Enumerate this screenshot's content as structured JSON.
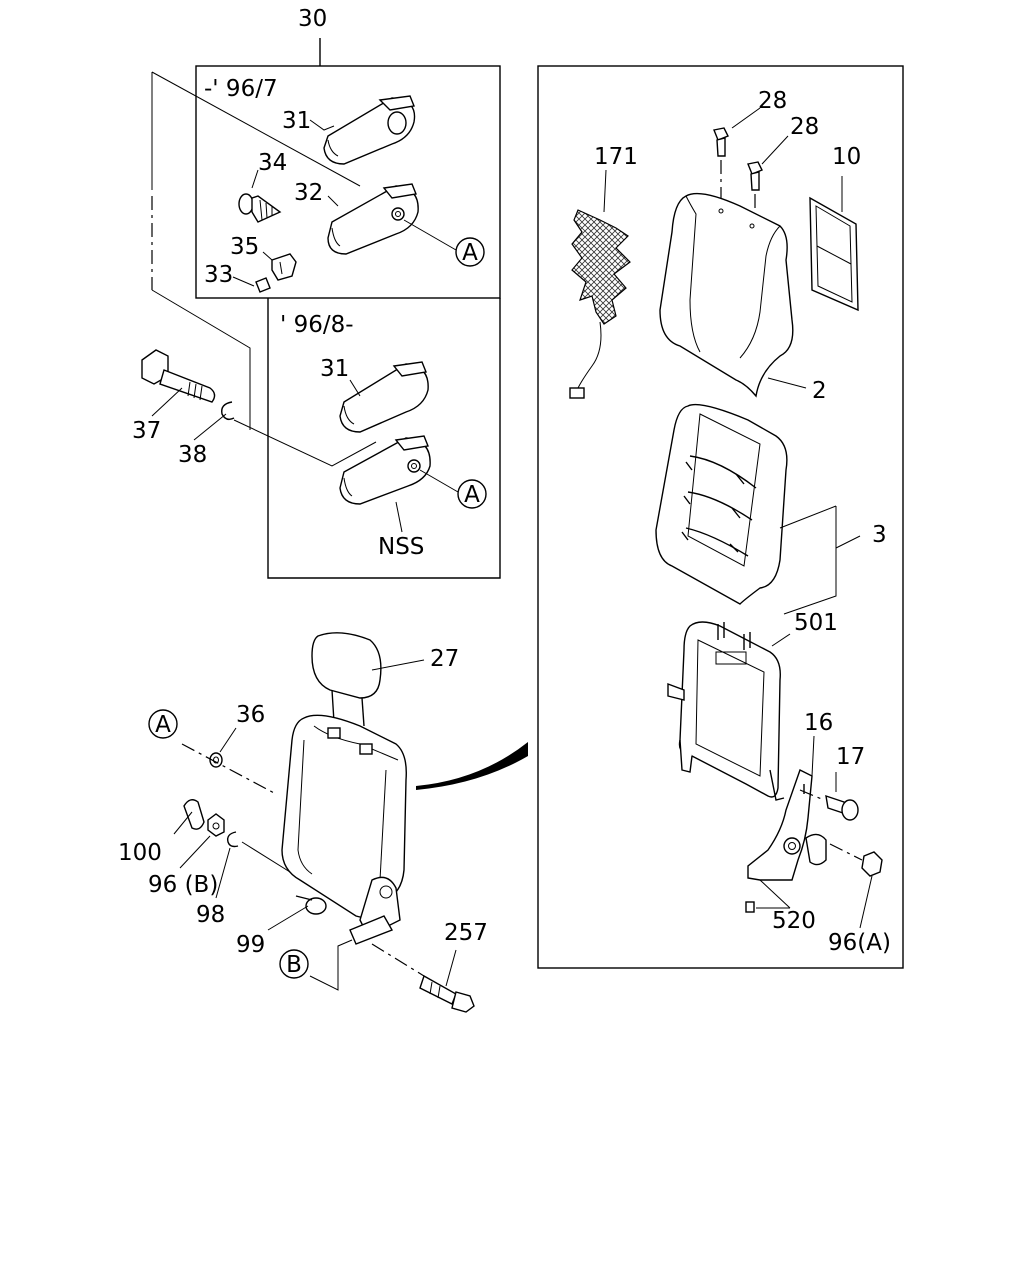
{
  "labels": {
    "p30": "30",
    "range_early": "-' 96/7",
    "range_late": "' 96/8-",
    "p31a": "31",
    "p32": "32",
    "p34": "34",
    "p35": "35",
    "p33": "33",
    "p31b": "31",
    "nss": "NSS",
    "p37": "37",
    "p38": "38",
    "p27": "27",
    "p36": "36",
    "p100": "100",
    "p96b": "96 (B)",
    "p98": "98",
    "p99": "99",
    "p257": "257",
    "p171": "171",
    "p28a": "28",
    "p28b": "28",
    "p10": "10",
    "p2": "2",
    "p3": "3",
    "p501": "501",
    "p16": "16",
    "p17": "17",
    "p520": "520",
    "p96a": "96(A)"
  },
  "callouts": {
    "a1": "A",
    "a2": "A",
    "a3": "A",
    "b1": "B"
  }
}
